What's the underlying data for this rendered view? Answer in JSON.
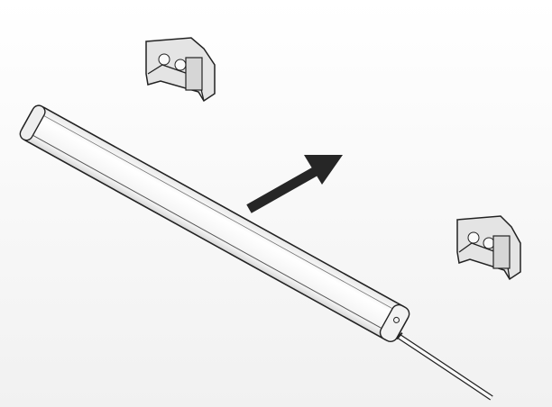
{
  "illustration": {
    "subject": "light-bar-mounting",
    "colors": {
      "background": "#f4f4f4",
      "outline": "#222222",
      "body": "#f7f7f7",
      "clip": "#e2e2e2",
      "arrow": "#262626"
    },
    "icons": [
      "light-bar",
      "mounting-clip",
      "mounting-clip",
      "direction-arrow",
      "power-cable"
    ]
  }
}
